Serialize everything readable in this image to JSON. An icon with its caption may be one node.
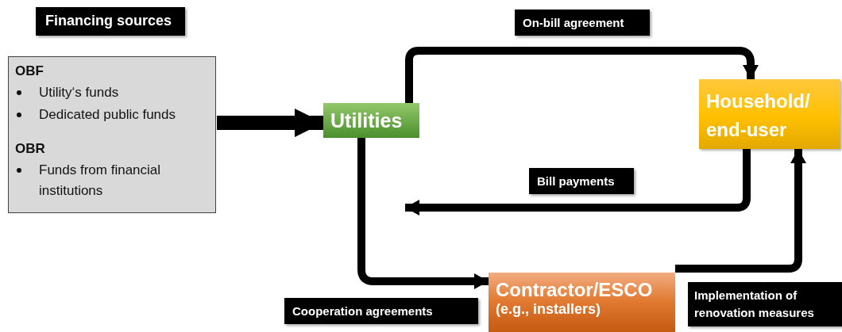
{
  "diagram": {
    "nodes": [
      {
        "text": [
          "OBF",
          "Utility‘s funds",
          "Dedicated public funds",
          "OBR",
          "Funds from financial institutions"
        ]
      },
      {
        "text": [
          "Utilities"
        ]
      },
      {
        "text": [
          "Household/ end-user"
        ]
      },
      {
        "text": [
          "Contractor/ESCO",
          "(e.g., installers)"
        ]
      }
    ],
    "edges": [
      {
        "from": 0,
        "to": 1,
        "arrow": "to",
        "style": "thick"
      },
      {
        "from": 1,
        "to": 2,
        "arrow": "to",
        "label": "On-bill agreement"
      },
      {
        "from": 2,
        "to": 1,
        "arrow": "to",
        "label": "Bill payments"
      },
      {
        "from": 1,
        "to": 3,
        "arrow": "to",
        "label": "Cooperation agreements"
      },
      {
        "from": 3,
        "to": 2,
        "arrow": "to",
        "label": "Implementation of renovation measures"
      }
    ],
    "labels": [
      "Financing sources"
    ]
  }
}
